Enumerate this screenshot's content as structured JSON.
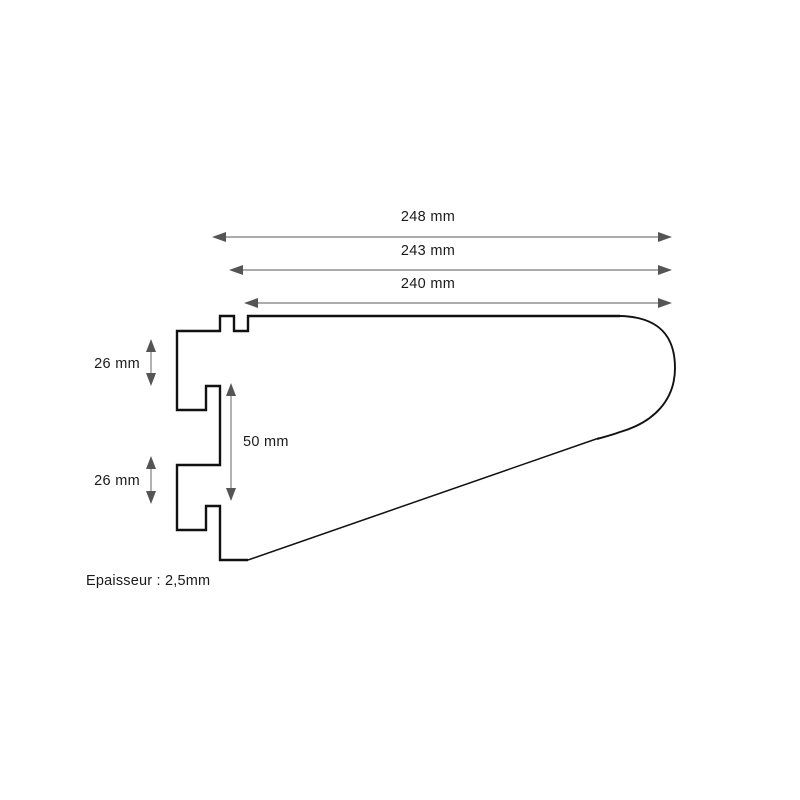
{
  "drawing": {
    "title": "Shelf bracket profile technical drawing",
    "background_color": "#ffffff",
    "outline_color": "#111111",
    "dimension_color": "#7a7a7a",
    "text_color": "#1a1a1a",
    "units": "mm"
  },
  "horizontal_dimensions": [
    {
      "id": "dim-248",
      "label": "248 mm",
      "value": 248,
      "unit": "mm",
      "row": 1
    },
    {
      "id": "dim-243",
      "label": "243 mm",
      "value": 243,
      "unit": "mm",
      "row": 2
    },
    {
      "id": "dim-240",
      "label": "240 mm",
      "value": 240,
      "unit": "mm",
      "row": 3
    }
  ],
  "vertical_dimensions": [
    {
      "id": "dim-26-top",
      "label": "26 mm",
      "value": 26,
      "unit": "mm",
      "position": "upper-left"
    },
    {
      "id": "dim-50",
      "label": "50 mm",
      "value": 50,
      "unit": "mm",
      "position": "center"
    },
    {
      "id": "dim-26-bottom",
      "label": "26 mm",
      "value": 26,
      "unit": "mm",
      "position": "lower-left"
    }
  ],
  "notes": {
    "thickness_note": "Epaisseur : 2,5mm",
    "thickness_value": 2.5,
    "thickness_unit": "mm"
  }
}
